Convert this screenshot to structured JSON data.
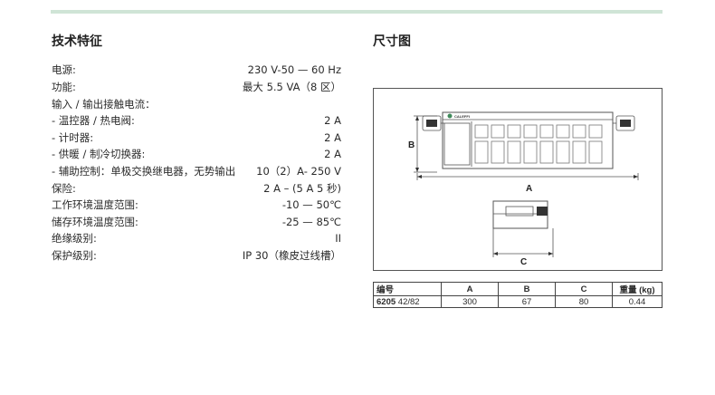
{
  "headings": {
    "specs": "技术特征",
    "dimensions": "尺寸图"
  },
  "specs": [
    {
      "label": "电源:",
      "value": "230 V-50 — 60 Hz"
    },
    {
      "label": "功能:",
      "value": "最大 5.5 VA（8 区）"
    },
    {
      "label": "输入 / 输出接触电流：",
      "value": ""
    },
    {
      "label": " - 温控器 / 热电阀:",
      "value": "2 A"
    },
    {
      "label": " - 计时器:",
      "value": "2 A"
    },
    {
      "label": " - 供暖 / 制冷切换器:",
      "value": "2 A"
    },
    {
      "label": " - 辅助控制：单极交换继电器，无势输出",
      "value": "10（2）A- 250 V"
    },
    {
      "label": "保险:",
      "value": "2 A – (5 A 5 秒)"
    },
    {
      "label": "工作环境温度范围:",
      "value": "-10 — 50℃"
    },
    {
      "label": "储存环境温度范围:",
      "value": "-25 — 85℃"
    },
    {
      "label": "绝缘级别:",
      "value": "II"
    },
    {
      "label": "保护级别:",
      "value": "IP 30（橡皮过线槽）"
    }
  ],
  "figure": {
    "label_a": "A",
    "label_b": "B",
    "label_c": "C",
    "brand": "CALEFFI"
  },
  "table": {
    "headers": [
      "编号",
      "A",
      "B",
      "C",
      "重量 (kg)"
    ],
    "row": {
      "code_bold": "6205",
      "code_suffix": "42/82",
      "a": "300",
      "b": "67",
      "c": "80",
      "weight": "0.44"
    }
  },
  "colors": {
    "accent_bar": "#cfe4d6",
    "brand_green": "#3f8a5a"
  }
}
